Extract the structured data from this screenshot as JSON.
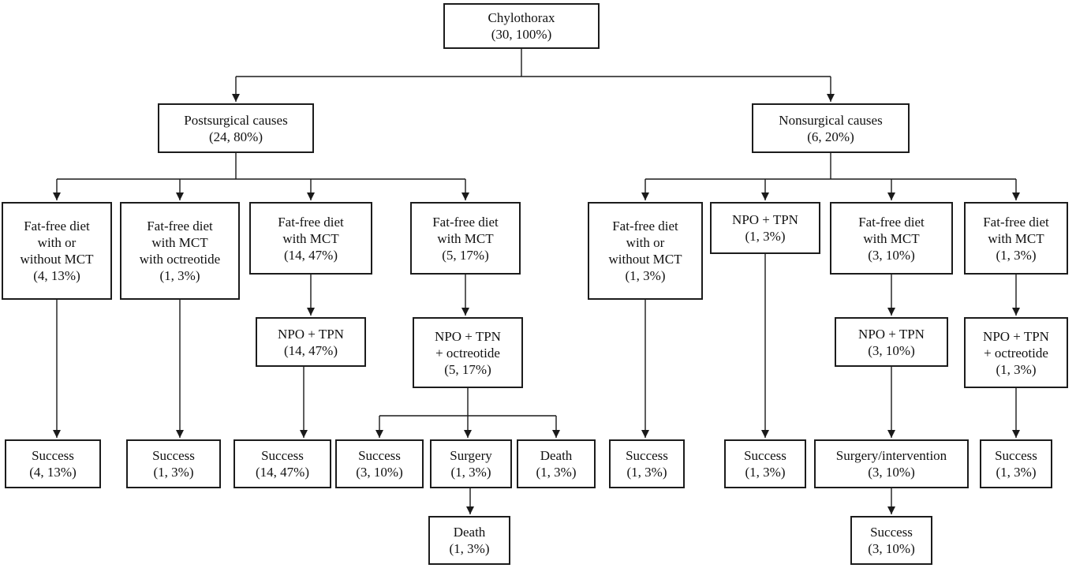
{
  "figure": {
    "type": "flowchart",
    "title": "Chylothorax treatment flowchart",
    "line_color": "#1a1a1a",
    "box_border_color": "#1c1c1c",
    "background_color": "#ffffff"
  },
  "nodes": {
    "chylothorax": {
      "label": "Chylothorax",
      "stat": "(30, 100%)"
    },
    "postsurgical": {
      "label": "Postsurgical causes",
      "stat": "(24, 80%)"
    },
    "nonsurgical": {
      "label": "Nonsurgical causes",
      "stat": "(6, 20%)"
    },
    "post_ffd_any": {
      "label": "Fat-free diet\nwith or\nwithout MCT",
      "stat": "(4, 13%)"
    },
    "post_ffd_mct_oct": {
      "label": "Fat-free diet\nwith MCT\nwith octreotide",
      "stat": "(1, 3%)"
    },
    "post_ffd_mct_14": {
      "label": "Fat-free diet\nwith MCT",
      "stat": "(14, 47%)"
    },
    "post_ffd_mct_5": {
      "label": "Fat-free diet\nwith MCT",
      "stat": "(5, 17%)"
    },
    "non_ffd_any": {
      "label": "Fat-free diet\nwith or\nwithout MCT",
      "stat": "(1, 3%)"
    },
    "non_npo_tpn_1": {
      "label": "NPO + TPN",
      "stat": "(1, 3%)"
    },
    "non_ffd_mct_3": {
      "label": "Fat-free diet\nwith MCT",
      "stat": "(3, 10%)"
    },
    "non_ffd_mct_1": {
      "label": "Fat-free diet\nwith MCT",
      "stat": "(1, 3%)"
    },
    "post_npo_tpn_14": {
      "label": "NPO + TPN",
      "stat": "(14, 47%)"
    },
    "post_npo_tpn_oct_5": {
      "label": "NPO + TPN\n+ octreotide",
      "stat": "(5, 17%)"
    },
    "non_npo_tpn_3": {
      "label": "NPO + TPN",
      "stat": "(3, 10%)"
    },
    "non_npo_tpn_oct_1": {
      "label": "NPO + TPN\n+ octreotide",
      "stat": "(1, 3%)"
    },
    "out_success_4_13": {
      "label": "Success",
      "stat": "(4, 13%)"
    },
    "out_success_1_3_a": {
      "label": "Success",
      "stat": "(1, 3%)"
    },
    "out_success_14_47": {
      "label": "Success",
      "stat": "(14, 47%)"
    },
    "out_success_3_10": {
      "label": "Success",
      "stat": "(3, 10%)"
    },
    "out_surgery_1_3": {
      "label": "Surgery",
      "stat": "(1, 3%)"
    },
    "out_death_1_3": {
      "label": "Death",
      "stat": "(1, 3%)"
    },
    "out_success_1_3_b": {
      "label": "Success",
      "stat": "(1, 3%)"
    },
    "out_success_1_3_c": {
      "label": "Success",
      "stat": "(1, 3%)"
    },
    "out_surgery_intervention": {
      "label": "Surgery/intervention",
      "stat": "(3, 10%)"
    },
    "out_success_1_3_d": {
      "label": "Success",
      "stat": "(1, 3%)"
    },
    "out_death_1_3_b": {
      "label": "Death",
      "stat": "(1, 3%)"
    },
    "out_success_3_10_b": {
      "label": "Success",
      "stat": "(3, 10%)"
    }
  },
  "edges": [
    [
      "chylothorax",
      "postsurgical"
    ],
    [
      "chylothorax",
      "nonsurgical"
    ],
    [
      "postsurgical",
      "post_ffd_any"
    ],
    [
      "postsurgical",
      "post_ffd_mct_oct"
    ],
    [
      "postsurgical",
      "post_ffd_mct_14"
    ],
    [
      "postsurgical",
      "post_ffd_mct_5"
    ],
    [
      "nonsurgical",
      "non_ffd_any"
    ],
    [
      "nonsurgical",
      "non_npo_tpn_1"
    ],
    [
      "nonsurgical",
      "non_ffd_mct_3"
    ],
    [
      "nonsurgical",
      "non_ffd_mct_1"
    ],
    [
      "post_ffd_any",
      "out_success_4_13"
    ],
    [
      "post_ffd_mct_oct",
      "out_success_1_3_a"
    ],
    [
      "post_ffd_mct_14",
      "post_npo_tpn_14"
    ],
    [
      "post_npo_tpn_14",
      "out_success_14_47"
    ],
    [
      "post_ffd_mct_5",
      "post_npo_tpn_oct_5"
    ],
    [
      "post_npo_tpn_oct_5",
      "out_success_3_10"
    ],
    [
      "post_npo_tpn_oct_5",
      "out_surgery_1_3"
    ],
    [
      "post_npo_tpn_oct_5",
      "out_death_1_3"
    ],
    [
      "out_surgery_1_3",
      "out_death_1_3_b"
    ],
    [
      "non_ffd_any",
      "out_success_1_3_b"
    ],
    [
      "non_npo_tpn_1",
      "out_success_1_3_c"
    ],
    [
      "non_ffd_mct_3",
      "non_npo_tpn_3"
    ],
    [
      "non_npo_tpn_3",
      "out_surgery_intervention"
    ],
    [
      "out_surgery_intervention",
      "out_success_3_10_b"
    ],
    [
      "non_ffd_mct_1",
      "non_npo_tpn_oct_1"
    ],
    [
      "non_npo_tpn_oct_1",
      "out_success_1_3_d"
    ]
  ]
}
